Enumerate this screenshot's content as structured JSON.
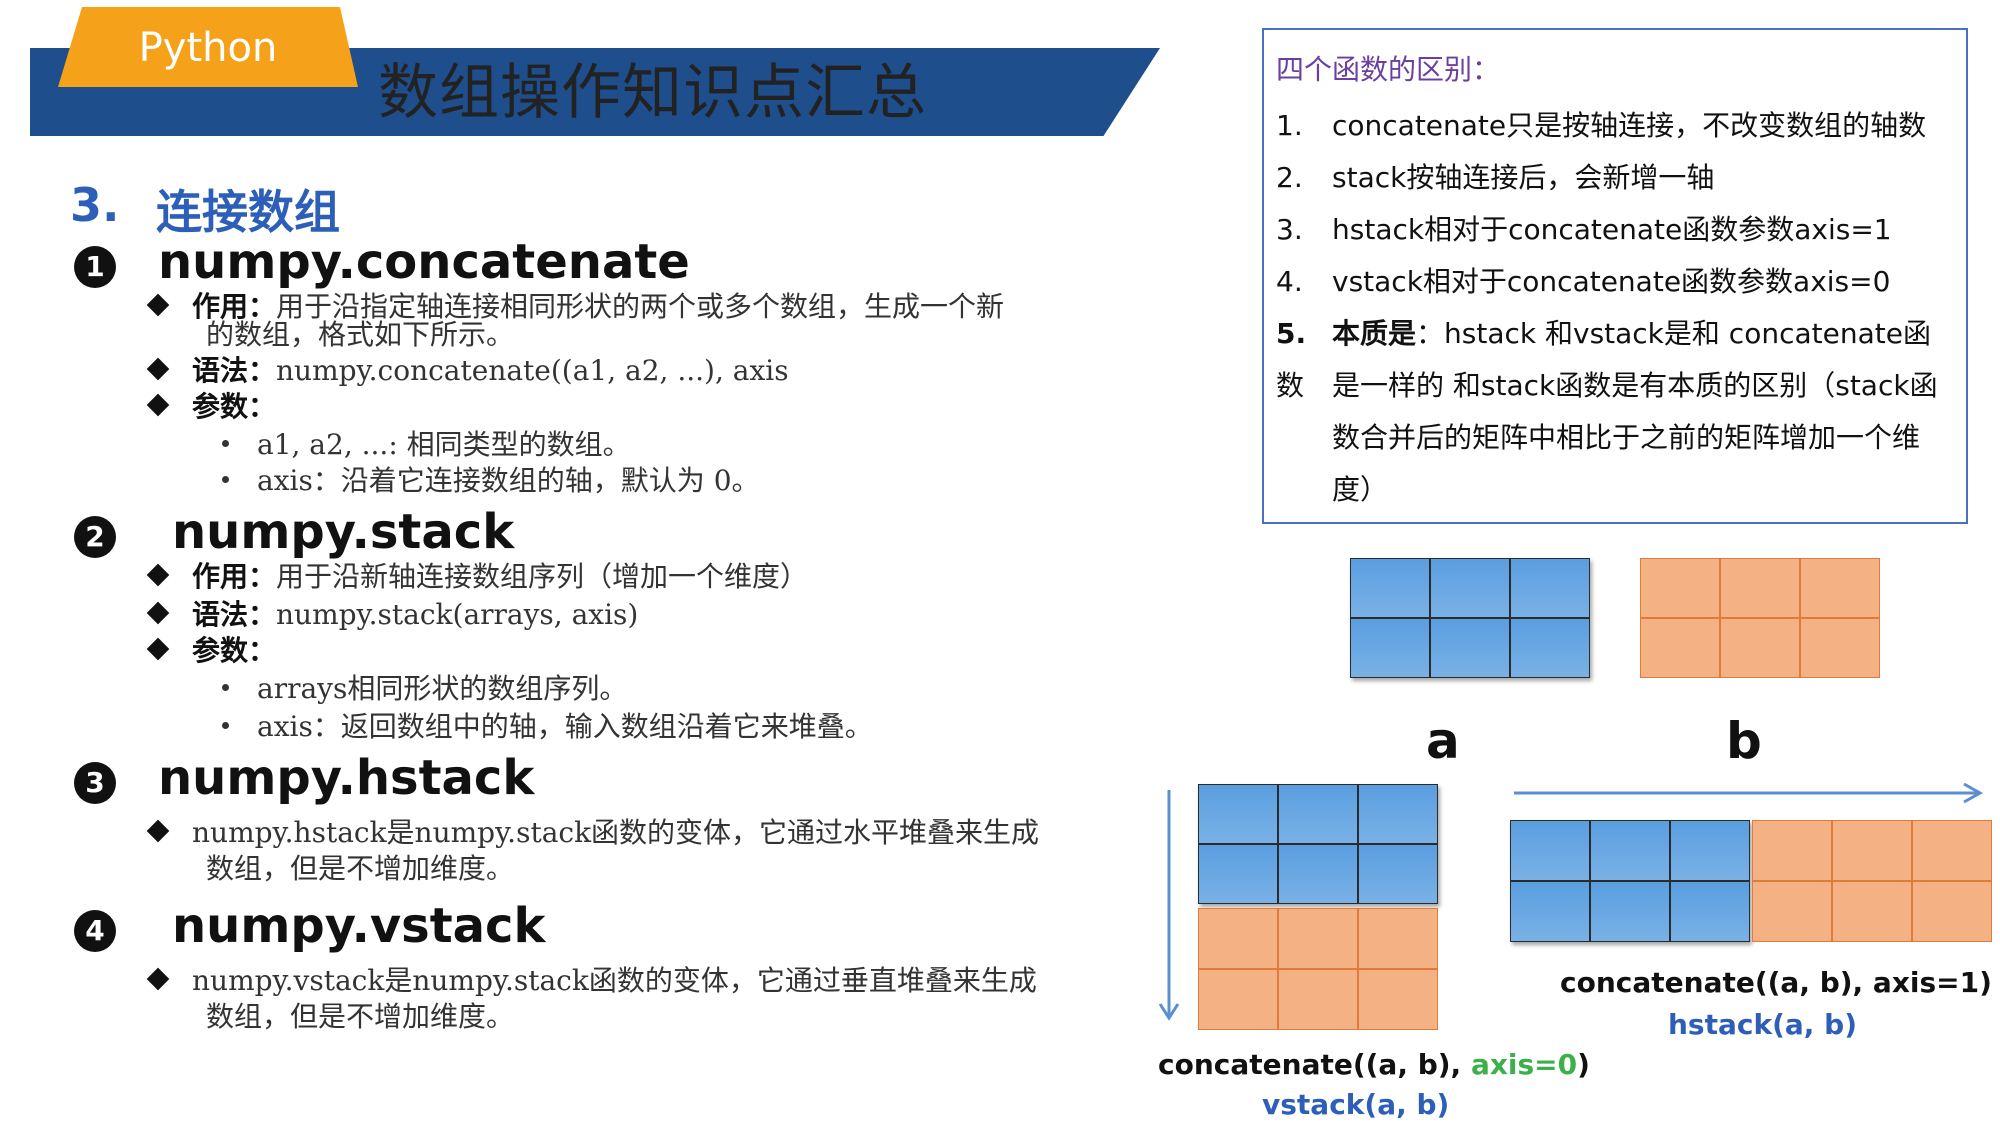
{
  "header": {
    "tab_label": "Python",
    "title": "数组操作知识点汇总"
  },
  "section": {
    "number": "3.",
    "title": "连接数组"
  },
  "concatenate": {
    "marker": "1",
    "name": "numpy.concatenate",
    "purpose_label": "作用：",
    "purpose_text": "用于沿指定轴连接相同形状的两个或多个数组，生成一个新",
    "purpose_cont": "的数组，格式如下所示。",
    "syntax_label": "语法：",
    "syntax_text": "numpy.concatenate((a1, a2, ...), axis",
    "params_label": "参数：",
    "param1": "a1, a2, ...: 相同类型的数组。",
    "param2": "axis：沿着它连接数组的轴，默认为 0。"
  },
  "stack": {
    "marker": "2",
    "name": "numpy.stack",
    "purpose_label": "作用：",
    "purpose_text": "用于沿新轴连接数组序列（增加一个维度）",
    "syntax_label": "语法：",
    "syntax_text": "numpy.stack(arrays, axis)",
    "params_label": "参数：",
    "param1": "arrays相同形状的数组序列。",
    "param2": "axis：返回数组中的轴，输入数组沿着它来堆叠。"
  },
  "hstack": {
    "marker": "3",
    "name": "numpy.hstack",
    "desc1": "numpy.hstack是numpy.stack函数的变体，它通过水平堆叠来生成",
    "desc2": "数组，但是不增加维度。"
  },
  "vstack": {
    "marker": "4",
    "name": "numpy.vstack",
    "desc1": "numpy.vstack是numpy.stack函数的变体，它通过垂直堆叠来生成",
    "desc2": "数组，但是不增加维度。"
  },
  "differences": {
    "heading": "四个函数的区别：",
    "items": [
      {
        "num": "1.",
        "text": "concatenate只是按轴连接，不改变数组的轴数"
      },
      {
        "num": "2.",
        "text": "stack按轴连接后，会新增一轴"
      },
      {
        "num": "3.",
        "text": "hstack相对于concatenate函数参数axis=1"
      },
      {
        "num": "4.",
        "text": "vstack相对于concatenate函数参数axis=0"
      },
      {
        "num": "5.",
        "bold": "本质是",
        "text": "：hstack 和vstack是和 concatenate函数"
      }
    ],
    "cont1": "是一样的 和stack函数是有本质的区别（stack函",
    "cont2": "数合并后的矩阵中相比于之前的矩阵增加一个维",
    "cont3": "度）"
  },
  "diagram": {
    "label_a": "a",
    "label_b": "b",
    "vstack_caption_pre": "concatenate((a, b), ",
    "vstack_caption_axis": "axis=0",
    "vstack_caption_post": ")",
    "vstack_alias": "vstack(a, b)",
    "hstack_caption": "concatenate((a, b), axis=1)",
    "hstack_alias": "hstack(a, b)",
    "colors": {
      "blue": "#5a9ee0",
      "orange": "#f4b183",
      "arrow": "#5b8fd0",
      "accent_green": "#3cb04a"
    }
  }
}
